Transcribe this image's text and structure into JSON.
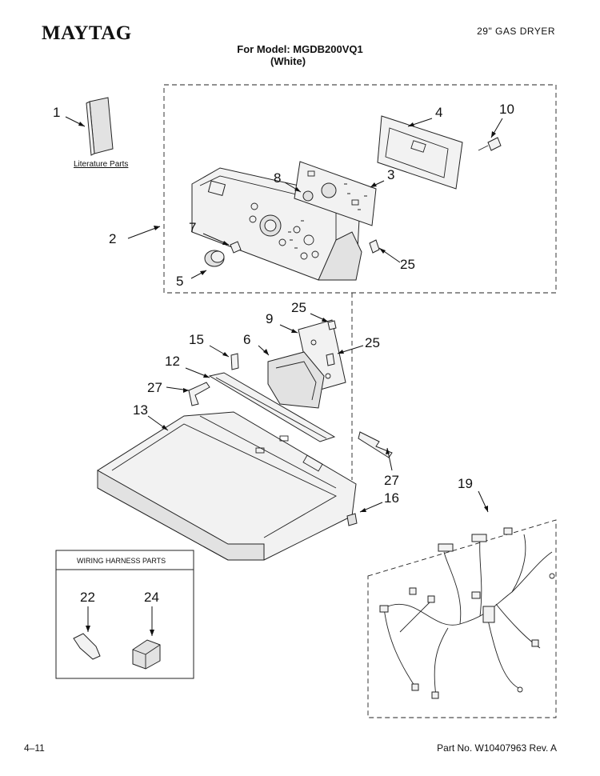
{
  "header": {
    "brand": "MAYTAG",
    "product": "29\" GAS DRYER",
    "model": "For Model: MGDB200VQ1",
    "color": "(White)"
  },
  "callouts": {
    "c1": "1",
    "c2": "2",
    "c3": "3",
    "c4": "4",
    "c5": "5",
    "c6": "6",
    "c7": "7",
    "c8": "8",
    "c9": "9",
    "c10": "10",
    "c12": "12",
    "c13": "13",
    "c15": "15",
    "c16": "16",
    "c19": "19",
    "c22": "22",
    "c24": "24",
    "c25a": "25",
    "c25b": "25",
    "c25c": "25",
    "c27a": "27",
    "c27b": "27"
  },
  "labels": {
    "literature": "Literature Parts",
    "wiring_box_title": "WIRING HARNESS PARTS"
  },
  "footer": {
    "left": "4–11",
    "right": "Part No. W10407963 Rev. A"
  }
}
